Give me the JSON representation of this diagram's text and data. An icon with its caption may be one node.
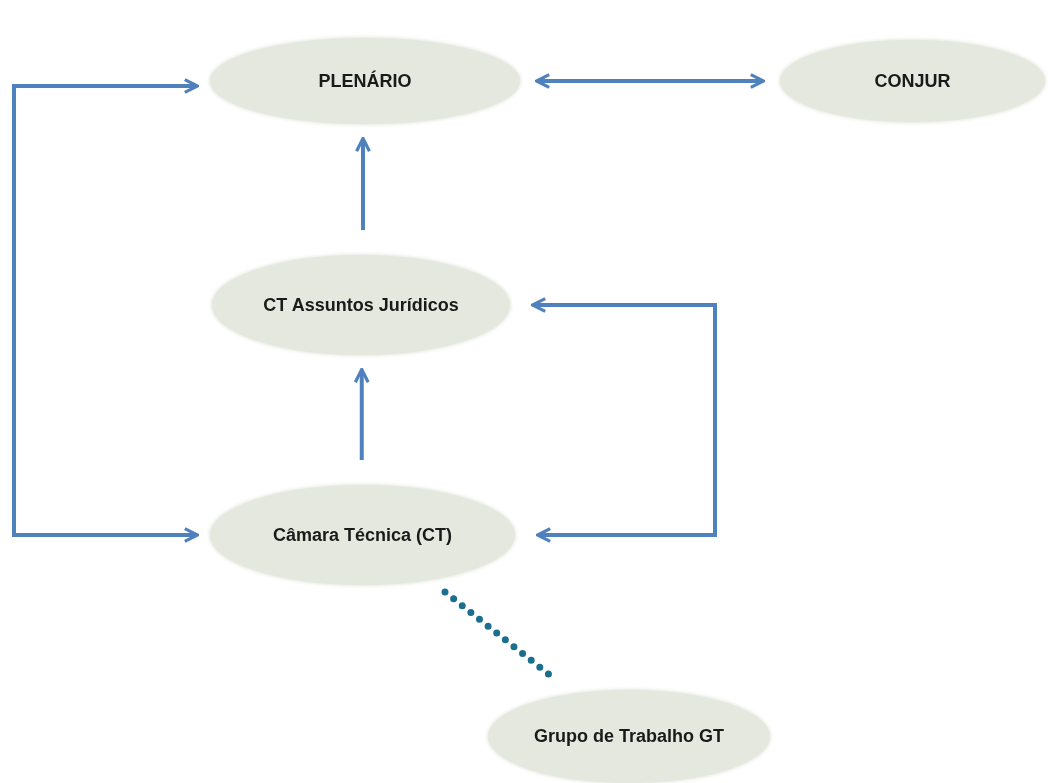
{
  "diagram": {
    "nodes": [
      {
        "text": [
          "PLENÁRIO"
        ]
      },
      {
        "text": [
          "CONJUR"
        ]
      },
      {
        "text": [
          "CT Assuntos Jurídicos"
        ]
      },
      {
        "text": [
          "Câmara Técnica (CT)"
        ]
      },
      {
        "text": [
          "Grupo de Trabalho GT"
        ]
      }
    ],
    "edges": [
      {
        "from": 0,
        "to": 1,
        "arrow": "both"
      },
      {
        "from": 2,
        "to": 0,
        "arrow": "to"
      },
      {
        "from": 3,
        "to": 2,
        "arrow": "to"
      },
      {
        "from": 3,
        "to": 0,
        "arrow": "both"
      },
      {
        "from": 2,
        "to": 3,
        "arrow": "both"
      },
      {
        "from": 3,
        "to": 4,
        "arrow": "none",
        "style": "dashed",
        "color": "#1b6f8e"
      }
    ]
  }
}
